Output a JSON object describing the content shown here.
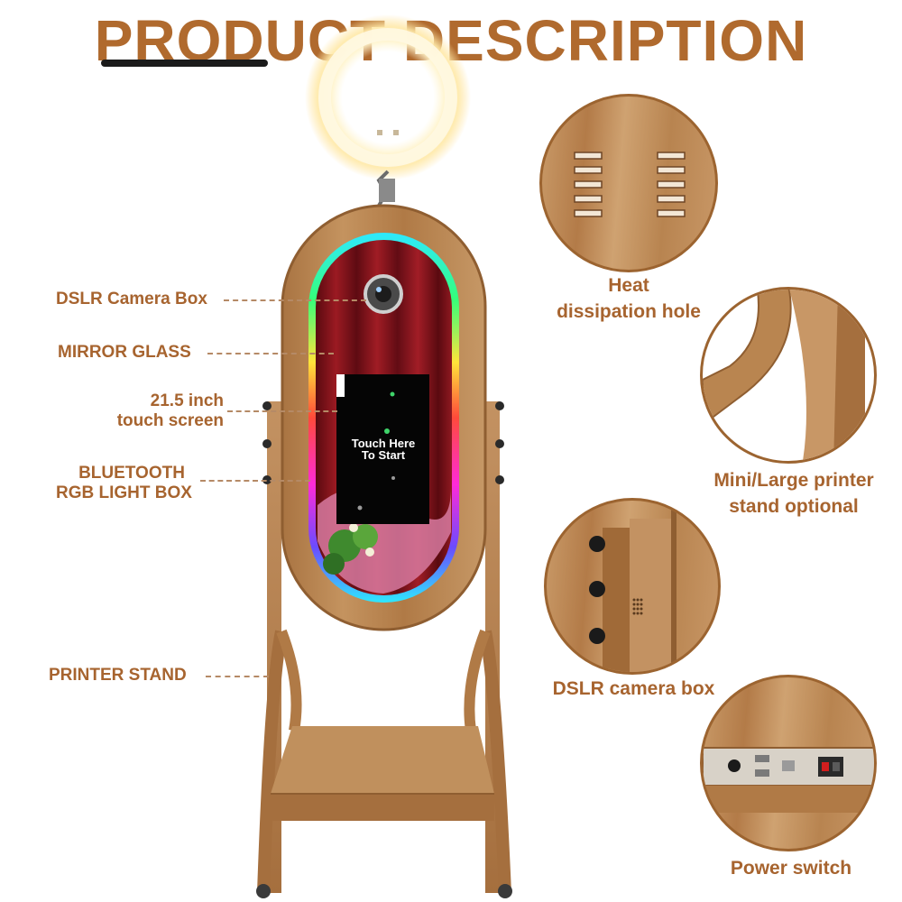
{
  "header": {
    "title": "PRODUCT DESCRIPTION"
  },
  "left_labels": {
    "camera_box": "DSLR Camera Box",
    "mirror_glass": "MIRROR GLASS",
    "touch_screen_line1": "21.5 inch",
    "touch_screen_line2": "touch screen",
    "light_box_line1": "BLUETOOTH",
    "light_box_line2": "RGB LIGHT BOX",
    "printer_stand": "PRINTER STAND"
  },
  "screen": {
    "line1": "Touch Here",
    "line2": "To Start"
  },
  "detail_labels": {
    "heat_line1": "Heat",
    "heat_line2": "dissipation hole",
    "printer_line1": "Mini/Large printer",
    "printer_line2": "stand optional",
    "camera_box": "DSLR camera box",
    "power": "Power switch"
  },
  "colors": {
    "accent_text": "#b06a2e",
    "wood": "#b8834f",
    "wood_dark": "#8f5e31"
  }
}
